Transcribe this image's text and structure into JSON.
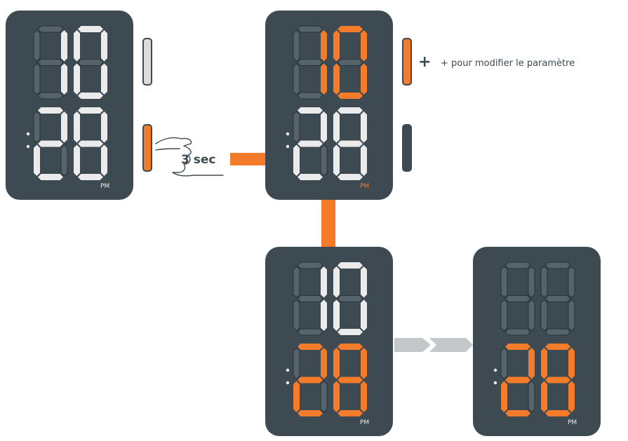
{
  "colors": {
    "panel": "#3e4a52",
    "segment_off": "#56636b",
    "segment_off_outline": "#27323a",
    "segment_white": "#ebebeb",
    "segment_orange": "#f47b2a",
    "connector": "#f47b2a",
    "arrow": "#c4c8ca",
    "button_white": "#dcdcdc",
    "button_dark": "#3e4a52",
    "text": "#3e4a52"
  },
  "panels": [
    {
      "id": "panel-1",
      "top_digits": "10",
      "bottom_digits": "28",
      "top_color": "white",
      "bottom_color": "white",
      "pm": "PM",
      "pm_color": "white",
      "buttons": [
        "white",
        "orange"
      ]
    },
    {
      "id": "panel-2",
      "top_digits": "10",
      "bottom_digits": "28",
      "top_color": "orange",
      "bottom_color": "white",
      "pm": "PM",
      "pm_color": "orange",
      "buttons": [
        "orange",
        "dark"
      ]
    },
    {
      "id": "panel-3",
      "top_digits": "10",
      "bottom_digits": "28",
      "top_color": "white",
      "bottom_color": "orange",
      "pm": "PM",
      "pm_color": "white",
      "buttons": []
    },
    {
      "id": "panel-4",
      "top_digits": "",
      "bottom_digits": "28",
      "top_color": "white",
      "bottom_color": "orange",
      "pm": "PM",
      "pm_color": "white",
      "buttons": []
    }
  ],
  "press_label": "3 sec",
  "plus_symbol": "+",
  "plus_caption": "+ pour modifier le paramètre",
  "icons": [
    "hand-press-icon",
    "chevron-right-icon"
  ]
}
